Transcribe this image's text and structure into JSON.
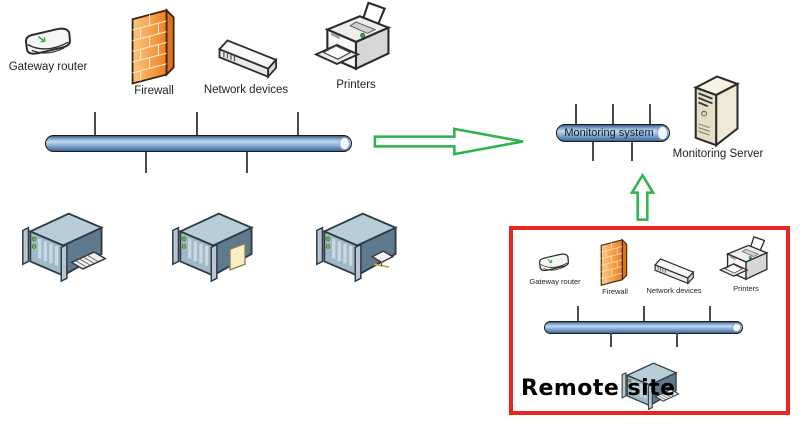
{
  "main_site": {
    "devices": [
      {
        "label": "Gateway router"
      },
      {
        "label": "Firewall"
      },
      {
        "label": "Network devices"
      },
      {
        "label": "Printers"
      }
    ],
    "server_count": 3
  },
  "monitoring": {
    "system_label": "Monitoring system",
    "server_label": "Monitoring Server"
  },
  "remote_site": {
    "title": "Remote site",
    "devices": [
      {
        "label": "Gateway router"
      },
      {
        "label": "Firewall"
      },
      {
        "label": "Network devices"
      },
      {
        "label": "Printers"
      }
    ],
    "server_count": 1
  },
  "colors": {
    "arrow_green": "#2cb34c",
    "remote_border_red": "#e8251f",
    "bus_blue_mid": "#86aed6",
    "firewall_orange": "#ef8123"
  }
}
